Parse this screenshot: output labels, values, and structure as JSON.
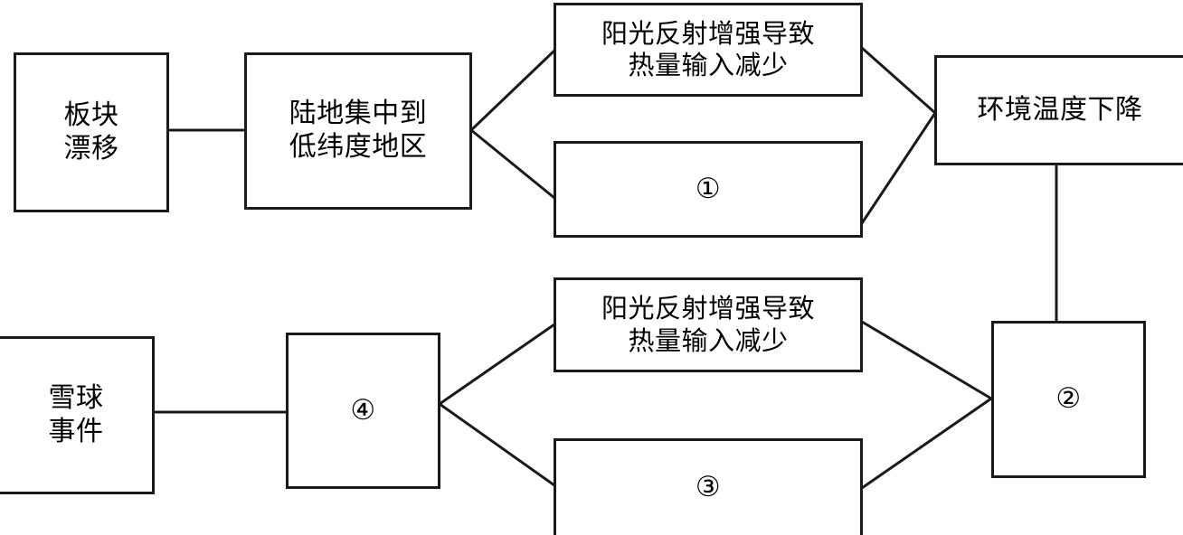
{
  "diagram": {
    "type": "flowchart",
    "orientation": "left-to-right",
    "background_color": "#ffffff",
    "line_color": "#1a1a1a",
    "text_color": "#000000",
    "nodes": {
      "plate_drift": {
        "text": "板块\n漂移"
      },
      "land_low_latitude": {
        "text": "陆地集中到\n低纬度地区"
      },
      "sunlight_top": {
        "text": "阳光反射增强导致\n热量输入减少"
      },
      "blank_one": {
        "text": "①"
      },
      "temperature_drop": {
        "text": "环境温度下降"
      },
      "snowball_event": {
        "text": "雪球\n事件"
      },
      "blank_four": {
        "text": "④"
      },
      "sunlight_bottom": {
        "text": "阳光反射增强导致\n热量输入减少"
      },
      "blank_three": {
        "text": "③"
      },
      "blank_two": {
        "text": "②"
      }
    }
  }
}
